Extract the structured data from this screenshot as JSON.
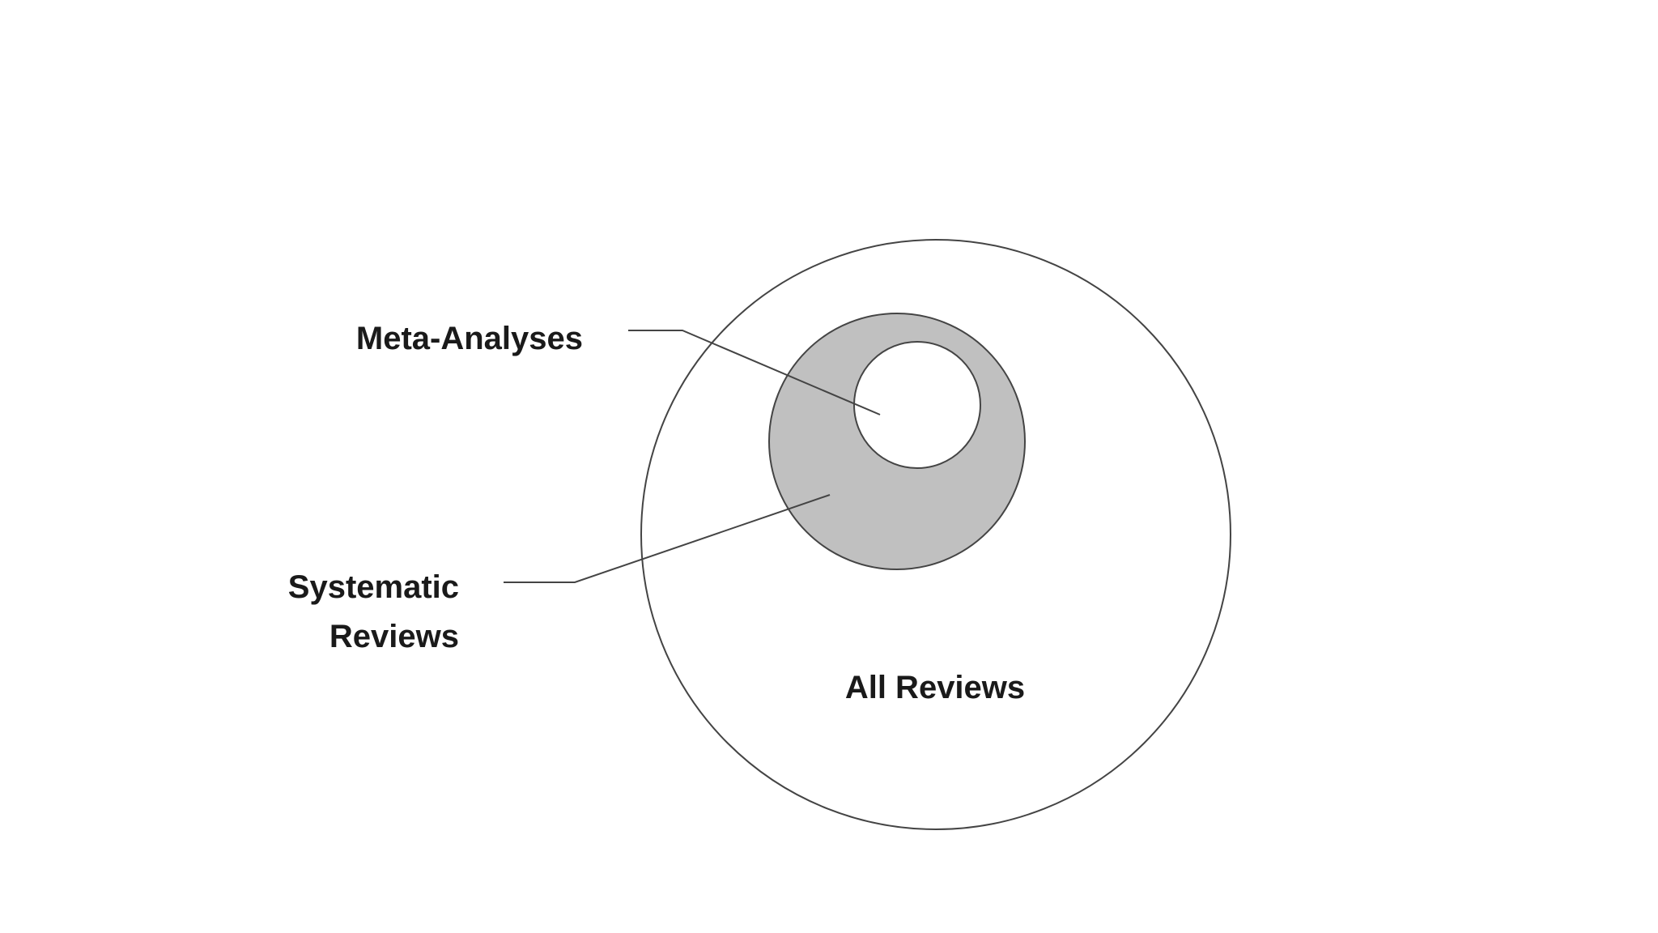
{
  "diagram": {
    "sets": [
      {
        "id": "all",
        "label": "All Reviews",
        "fill": "#ffffff"
      },
      {
        "id": "systematic",
        "label_lines": [
          "Systematic",
          "Reviews"
        ],
        "fill": "#c0c0c0"
      },
      {
        "id": "meta",
        "label": "Meta-Analyses",
        "fill": "#ffffff"
      }
    ],
    "stroke": "#444444"
  }
}
